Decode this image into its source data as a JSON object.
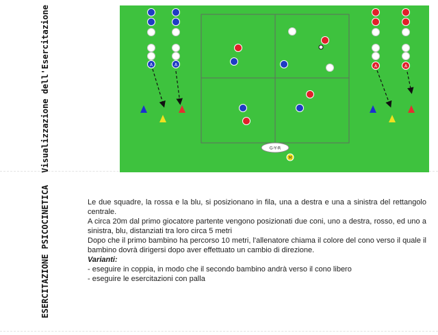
{
  "labels": {
    "visualization": "Visualizzazione dell'Esercitazione",
    "category": "ESERCITAZIONE PSICOCINETICA"
  },
  "diagram": {
    "coach_speech": "G-Y-R",
    "coach_marker": "M",
    "blue_team_marker": "A",
    "red_team_marker": "A",
    "field_colors": {
      "grass": "#3ec23e",
      "lines": "#5f6f5f",
      "blue_player": "#1f3cc4",
      "red_player": "#e0202a",
      "white_player": "#ffffff",
      "cone_blue": "#1c2ed0",
      "cone_red": "#e23030",
      "cone_yellow": "#f0e020"
    }
  },
  "description": {
    "paragraphs": [
      "Le due squadre, la rossa e la blu, si posizionano in fila, una a destra e una a sinistra del rettangolo centrale.",
      "A circa 20m dal primo giocatore partente vengono posizionati due coni, uno a destra, rosso, ed uno a sinistra, blu, distanziati tra loro circa 5 metri",
      "Dopo che il primo bambino ha percorso 10 metri, l'allenatore chiama il colore del cono verso il quale il bambino dovrà dirigersi dopo aver effettuato un cambio di direzione."
    ],
    "variants_title": "Varianti:",
    "variants": [
      "- eseguire in coppia, in modo che il secondo bambino andrà verso il cono libero",
      "- eseguire le esercitazioni con palla"
    ]
  }
}
